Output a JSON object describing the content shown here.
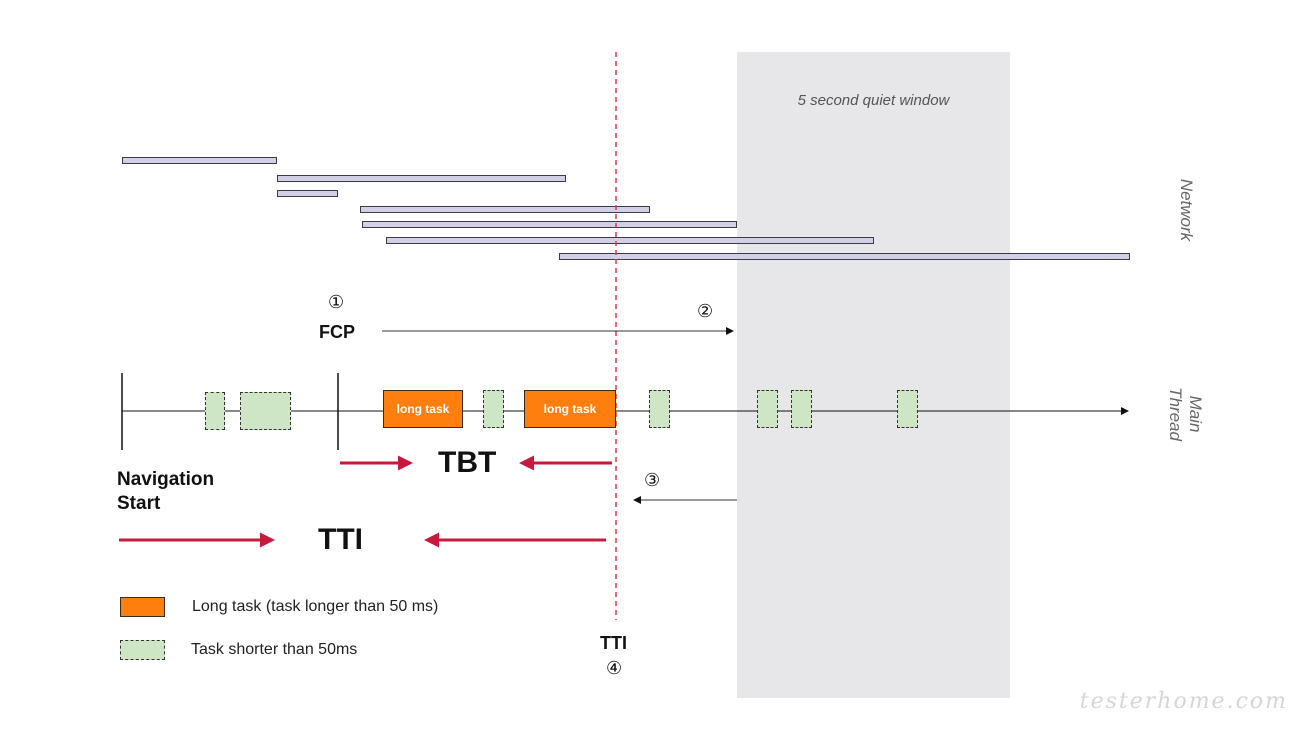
{
  "quiet_window": {
    "label": "5 second quiet window",
    "color": "#e7e6e8"
  },
  "network": {
    "label": "Network"
  },
  "main_thread": {
    "label_line1": "Main",
    "label_line2": "Thread"
  },
  "markers": {
    "fcp_number": "①",
    "fcp_label": "FCP",
    "step2_number": "②",
    "step3_number": "③",
    "tti_label": "TTI",
    "tti_number": "④"
  },
  "navigation_start": {
    "line1": "Navigation",
    "line2": "Start"
  },
  "metrics": {
    "tbt": "TBT",
    "tti": "TTI"
  },
  "long_task_label": "long task",
  "legend": {
    "long_task": "Long task (task longer than 50 ms)",
    "short_task": "Task shorter than 50ms"
  },
  "colors": {
    "long_task": "#ff7f0e",
    "short_task": "#cfe6c6",
    "network_bar": "#d2d0e4",
    "metric_arrow": "#c8193c",
    "tti_line": "#e0383c"
  },
  "watermark": "testerhome.com"
}
